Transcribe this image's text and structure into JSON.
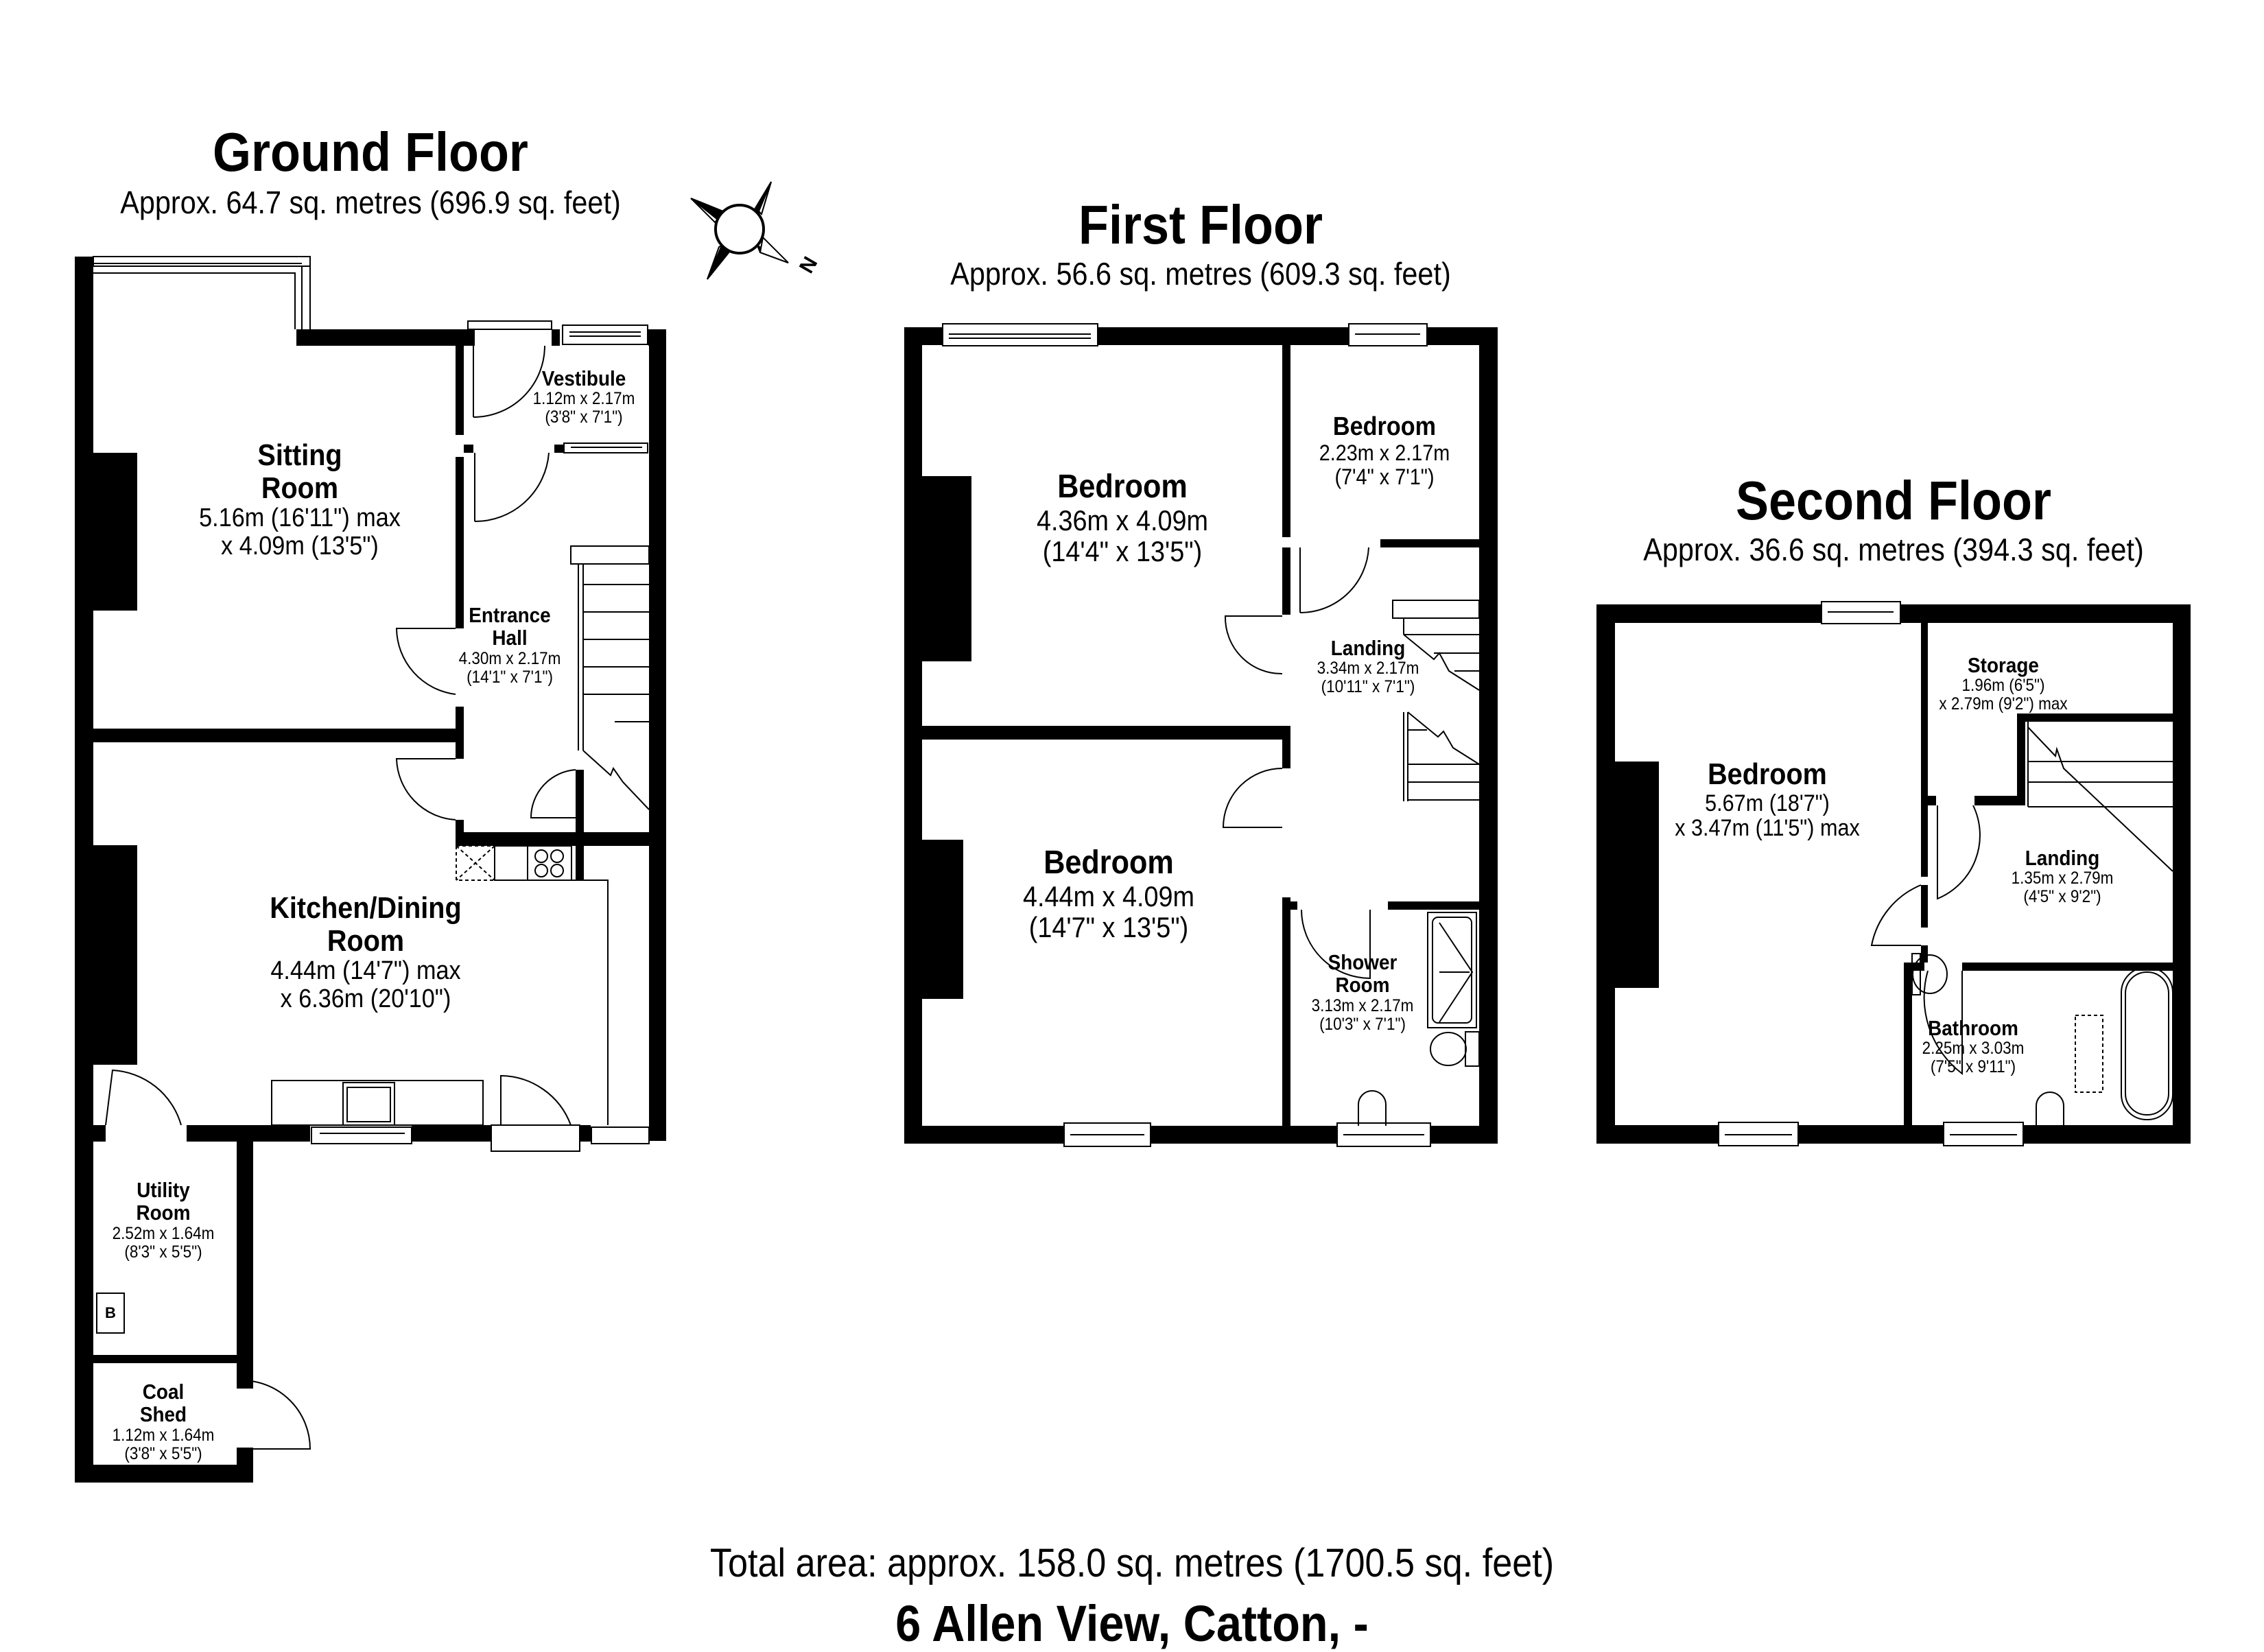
{
  "floors": [
    {
      "title": "Ground Floor",
      "area": "Approx. 64.7 sq. metres (696.9 sq. feet)",
      "rooms": [
        {
          "name_line1": "Sitting",
          "name_line2": "Room",
          "dim1": "5.16m (16'11\") max",
          "dim2": "x 4.09m (13'5\")"
        },
        {
          "name_line1": "Vestibule",
          "dim1": "1.12m x 2.17m",
          "dim2": "(3'8\" x 7'1\")"
        },
        {
          "name_line1": "Entrance",
          "name_line2": "Hall",
          "dim1": "4.30m x 2.17m",
          "dim2": "(14'1\" x 7'1\")"
        },
        {
          "name_line1": "Kitchen/Dining",
          "name_line2": "Room",
          "dim1": "4.44m (14'7\") max",
          "dim2": "x 6.36m (20'10\")"
        },
        {
          "name_line1": "Utility",
          "name_line2": "Room",
          "dim1": "2.52m x 1.64m",
          "dim2": "(8'3\" x 5'5\")"
        },
        {
          "name_line1": "Coal",
          "name_line2": "Shed",
          "dim1": "1.12m x 1.64m",
          "dim2": "(3'8\" x 5'5\")"
        }
      ],
      "boiler_label": "B"
    },
    {
      "title": "First Floor",
      "area": "Approx. 56.6 sq. metres (609.3 sq. feet)",
      "rooms": [
        {
          "name_line1": "Bedroom",
          "dim1": "4.36m x 4.09m",
          "dim2": "(14'4\" x 13'5\")"
        },
        {
          "name_line1": "Bedroom",
          "dim1": "2.23m x 2.17m",
          "dim2": "(7'4\" x 7'1\")"
        },
        {
          "name_line1": "Landing",
          "dim1": "3.34m x 2.17m",
          "dim2": "(10'11\" x 7'1\")"
        },
        {
          "name_line1": "Bedroom",
          "dim1": "4.44m x 4.09m",
          "dim2": "(14'7\" x 13'5\")"
        },
        {
          "name_line1": "Shower",
          "name_line2": "Room",
          "dim1": "3.13m x 2.17m",
          "dim2": "(10'3\" x 7'1\")"
        }
      ]
    },
    {
      "title": "Second Floor",
      "area": "Approx. 36.6 sq. metres (394.3 sq. feet)",
      "rooms": [
        {
          "name_line1": "Bedroom",
          "dim1": "5.67m (18'7\")",
          "dim2": "x 3.47m (11'5\") max"
        },
        {
          "name_line1": "Storage",
          "dim1": "1.96m (6'5\")",
          "dim2": "x 2.79m (9'2\") max"
        },
        {
          "name_line1": "Landing",
          "dim1": "1.35m x 2.79m",
          "dim2": "(4'5\" x 9'2\")"
        },
        {
          "name_line1": "Bathroom",
          "dim1": "2.25m x 3.03m",
          "dim2": "(7'5\" x 9'11\")"
        }
      ]
    }
  ],
  "compass": {
    "icon": "compass-rose-icon",
    "north_label": "N"
  },
  "footer": {
    "total_area": "Total area: approx. 158.0 sq. metres (1700.5 sq. feet)",
    "address": "6 Allen View, Catton, -"
  },
  "colors": {
    "wall": "#000000",
    "background": "#ffffff",
    "line": "#000000"
  }
}
